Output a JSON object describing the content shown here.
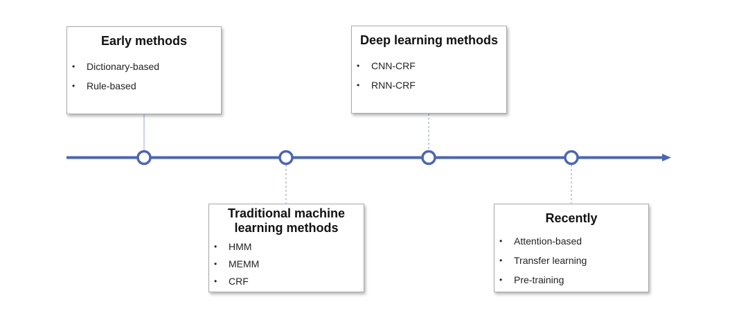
{
  "colors": {
    "timeline": "#4a66b0",
    "node_fill": "#ffffff",
    "connector": "#8a9ac4",
    "box_border": "#a9a9a9"
  },
  "stages": [
    {
      "title": "Early methods",
      "items": [
        "Dictionary-based",
        "Rule-based"
      ]
    },
    {
      "title": "Traditional machine learning methods",
      "items": [
        "HMM",
        "MEMM",
        "CRF"
      ]
    },
    {
      "title": "Deep learning methods",
      "items": [
        "CNN-CRF",
        "RNN-CRF"
      ]
    },
    {
      "title": "Recently",
      "items": [
        "Attention-based",
        "Transfer learning",
        "Pre-training"
      ]
    }
  ]
}
